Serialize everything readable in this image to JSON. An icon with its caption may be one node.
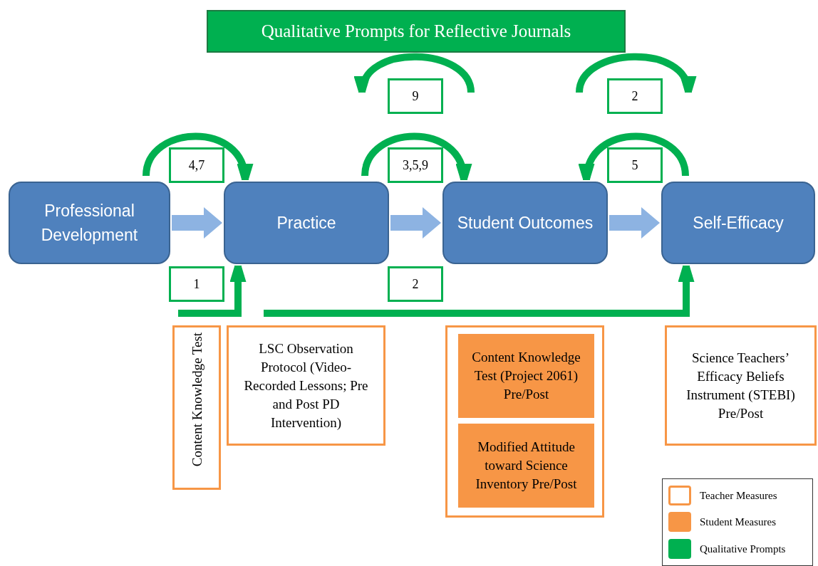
{
  "diagram": {
    "nodes": [
      {
        "text": [
          "Qualitative Prompts for Reflective Journals"
        ]
      },
      {
        "text": [
          "Professional Development"
        ]
      },
      {
        "text": [
          "Practice"
        ]
      },
      {
        "text": [
          "Student Outcomes"
        ]
      },
      {
        "text": [
          "Self-Efficacy"
        ]
      },
      {
        "text": [
          "9"
        ]
      },
      {
        "text": [
          "2"
        ]
      },
      {
        "text": [
          "4,7"
        ]
      },
      {
        "text": [
          "3,5,9"
        ]
      },
      {
        "text": [
          "5"
        ]
      },
      {
        "text": [
          "1"
        ]
      },
      {
        "text": [
          "2"
        ]
      },
      {
        "text": [
          "Content Knowledge Test"
        ]
      },
      {
        "text": [
          "LSC Observation Protocol (Video-Recorded Lessons; Pre and Post PD Intervention)"
        ]
      },
      {
        "text": [],
        "shape": "box"
      },
      {
        "text": [
          "Content Knowledge Test (Project 2061) Pre/Post"
        ],
        "in": 14
      },
      {
        "text": [
          "Modified Attitude toward Science Inventory Pre/Post"
        ],
        "in": 14
      },
      {
        "text": [
          "Science Teachers’ Efficacy Beliefs Instrument (STEBI) Pre/Post"
        ]
      }
    ],
    "edges": [
      {
        "from": 1,
        "to": 2,
        "arrow": "to",
        "color": "#8db3e2"
      },
      {
        "from": 2,
        "to": 3,
        "arrow": "to",
        "color": "#8db3e2"
      },
      {
        "from": 3,
        "to": 4,
        "arrow": "to",
        "color": "#8db3e2"
      },
      {
        "from": 1,
        "to": 2,
        "arrow": "to"
      },
      {
        "from": 2,
        "to": 3,
        "arrow": "to"
      },
      {
        "from": 4,
        "to": 3,
        "arrow": "to"
      },
      {
        "from": 12,
        "to": 2,
        "arrow": "to"
      },
      {
        "from": 13,
        "to": 4,
        "arrow": "to"
      }
    ],
    "legend": [
      {
        "text": "Teacher Measures"
      },
      {
        "text": "Student Measures",
        "color": "#f79646"
      },
      {
        "text": "Qualitative Prompts",
        "color": "#00b050"
      }
    ]
  }
}
